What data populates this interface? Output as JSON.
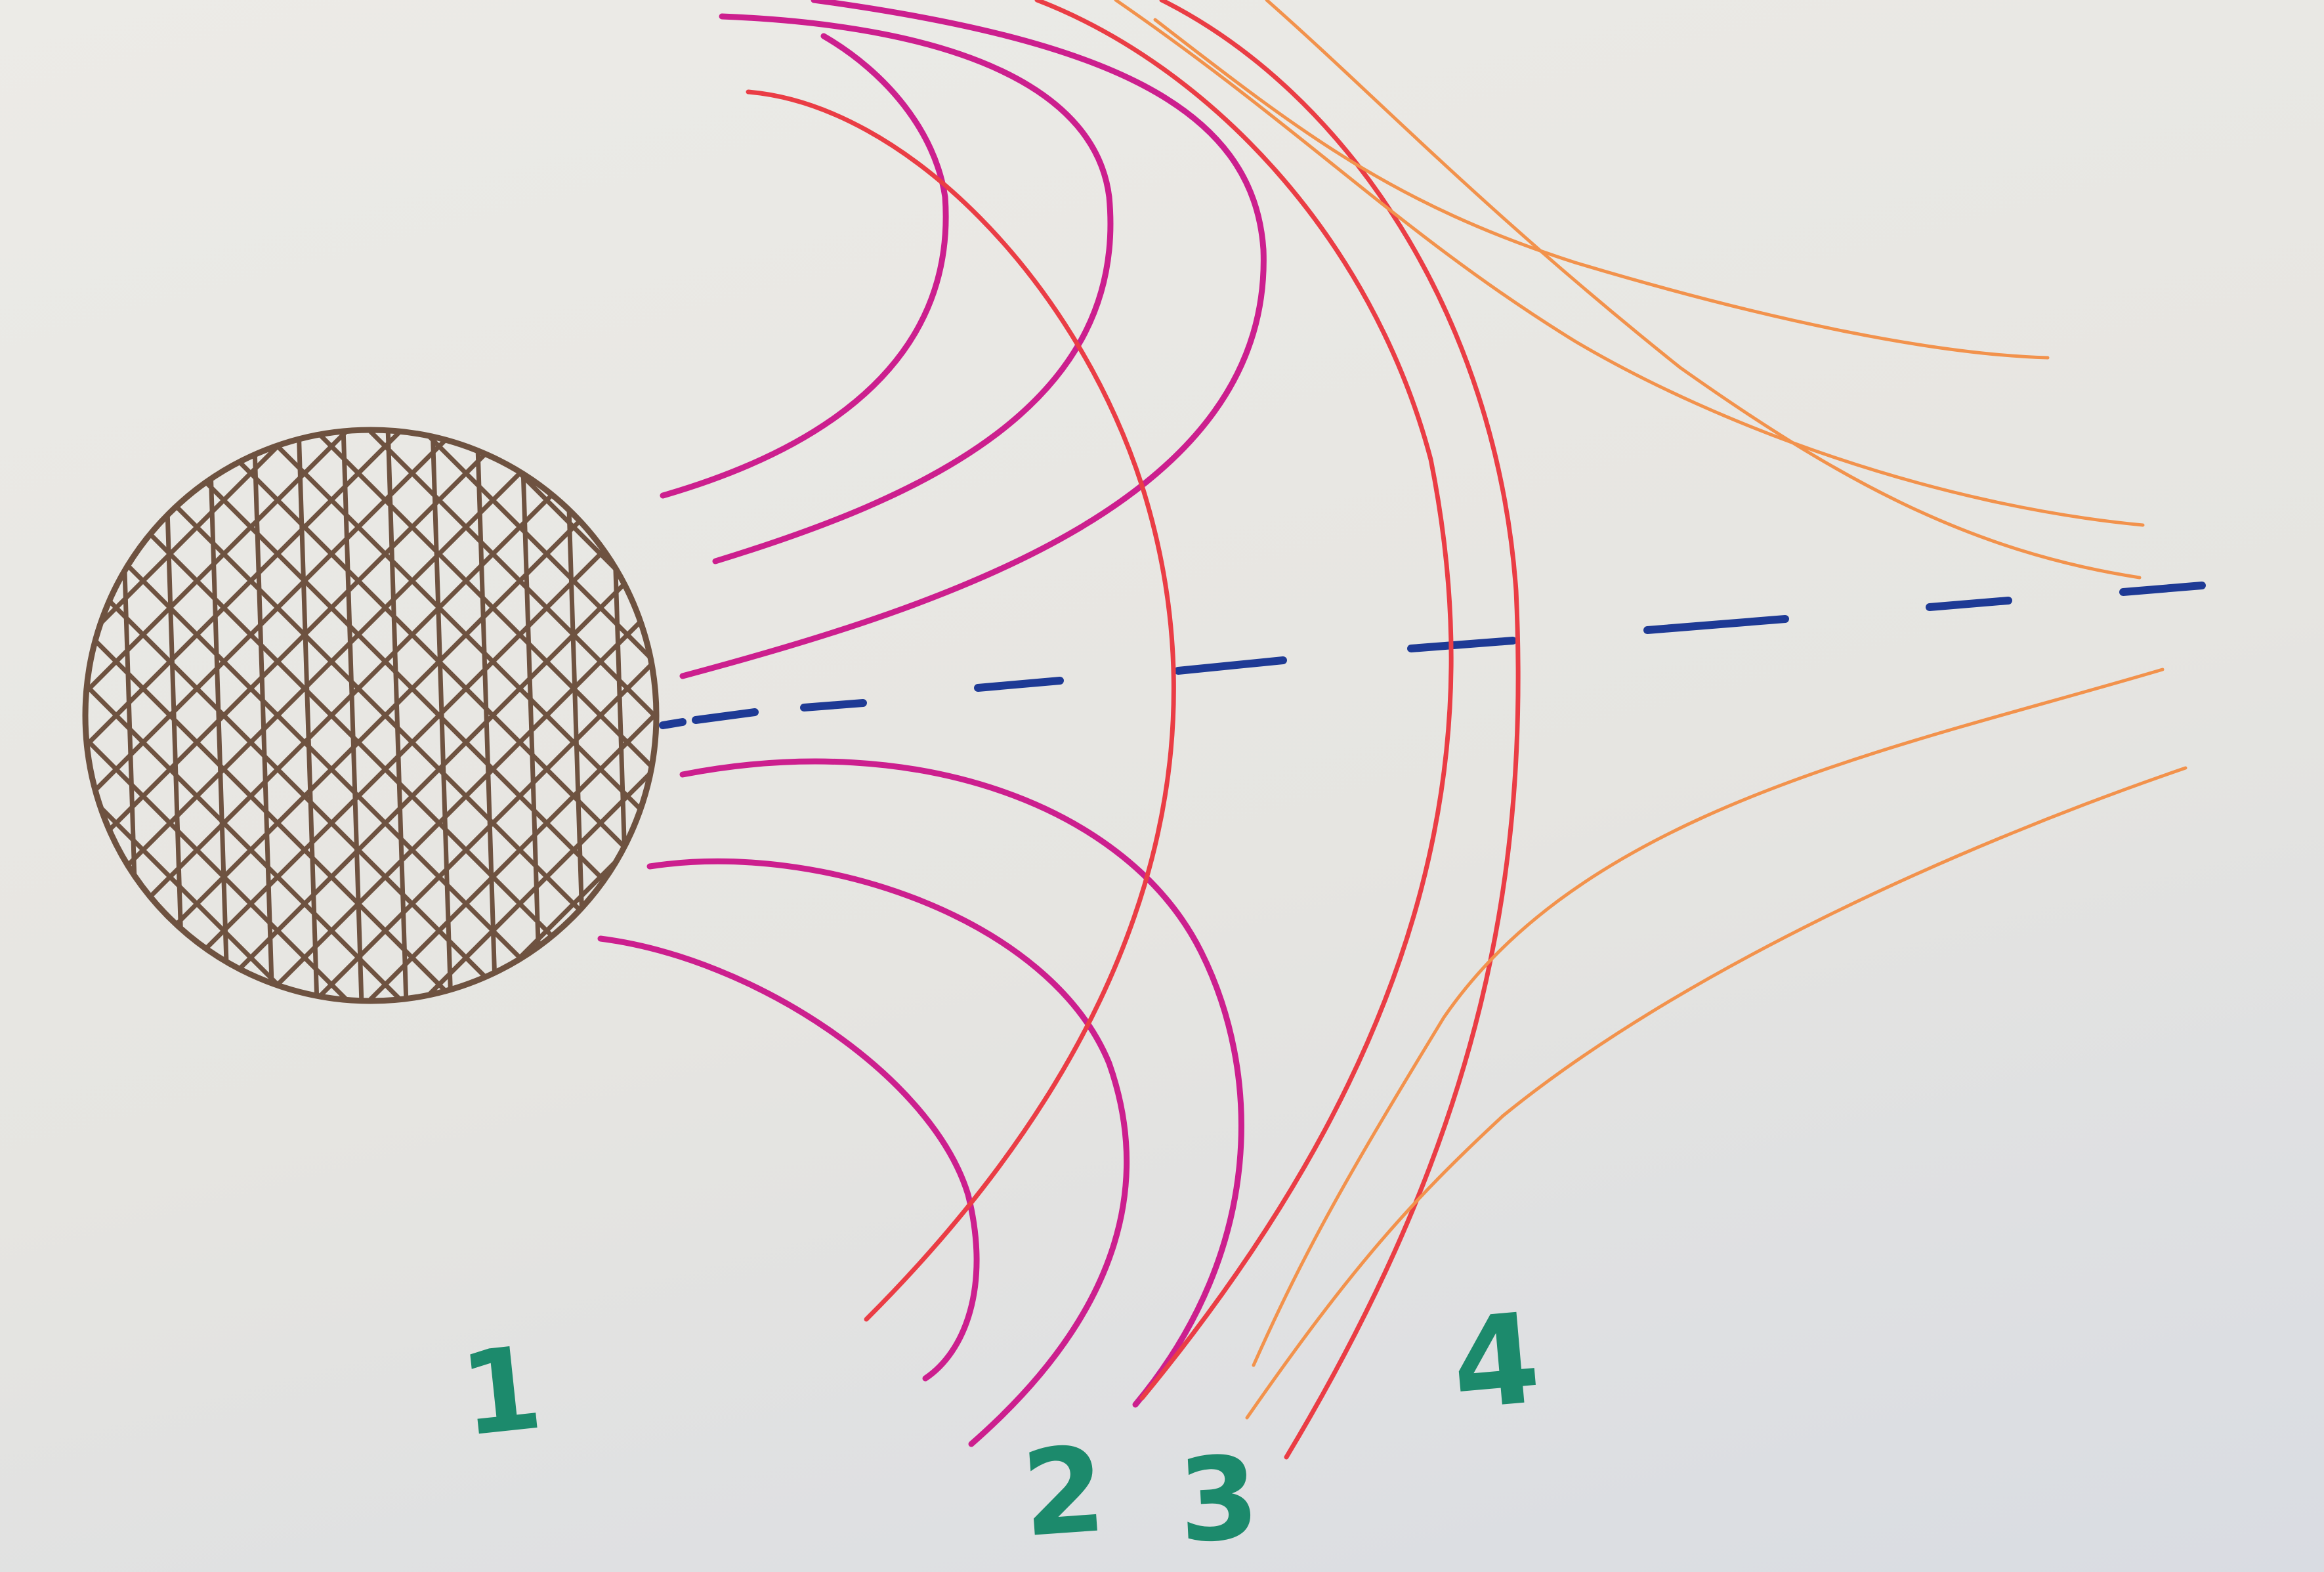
{
  "labels": [
    {
      "id": "label-1",
      "text": "1"
    },
    {
      "id": "label-2",
      "text": "2"
    },
    {
      "id": "label-3",
      "text": "3"
    },
    {
      "id": "label-4",
      "text": "4"
    }
  ],
  "colors": {
    "sphere": "#6e5240",
    "magenta": "#cc1f8e",
    "red": "#ea3d45",
    "orange": "#f2924c",
    "axis": "#1e3a95",
    "label": "#1c8a6c"
  }
}
